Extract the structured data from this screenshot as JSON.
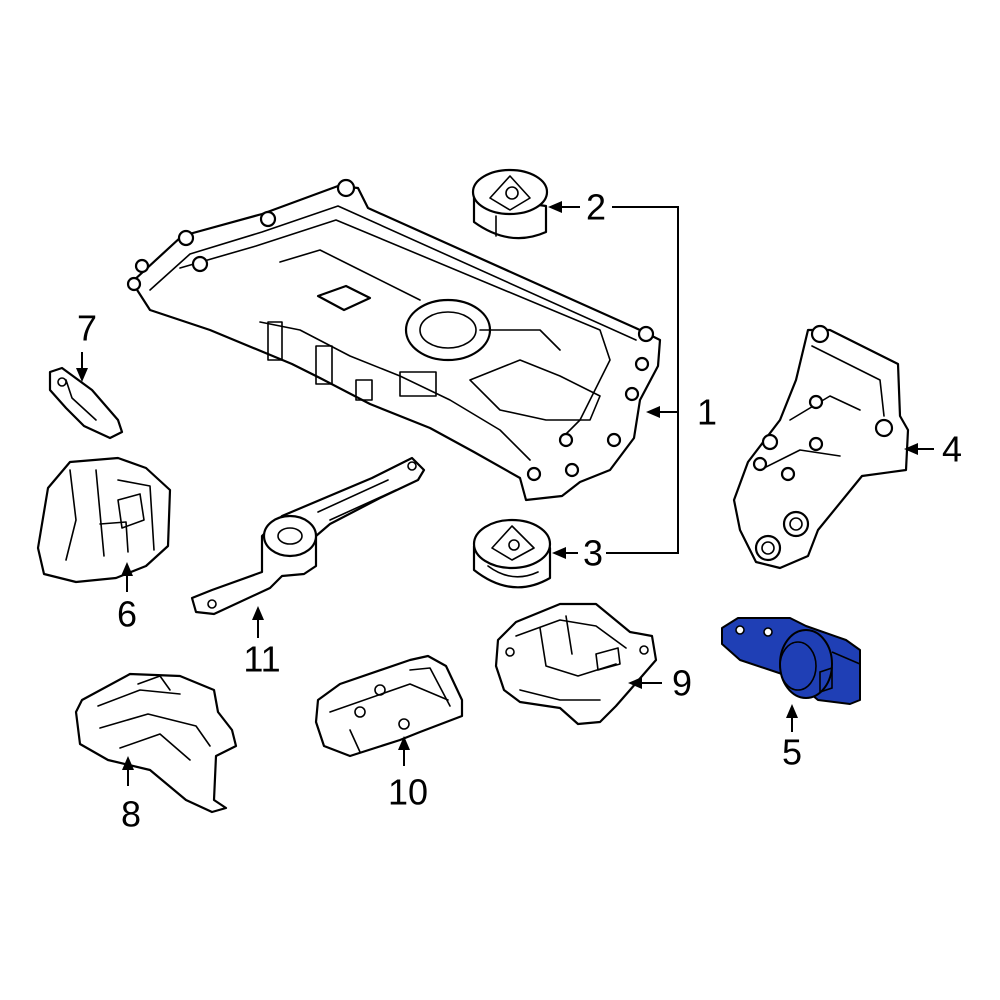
{
  "highlight_color": "#1f3fb5",
  "callouts": {
    "c1": "1",
    "c2": "2",
    "c3": "3",
    "c4": "4",
    "c5": "5",
    "c6": "6",
    "c7": "7",
    "c8": "8",
    "c9": "9",
    "c10": "10",
    "c11": "11"
  }
}
